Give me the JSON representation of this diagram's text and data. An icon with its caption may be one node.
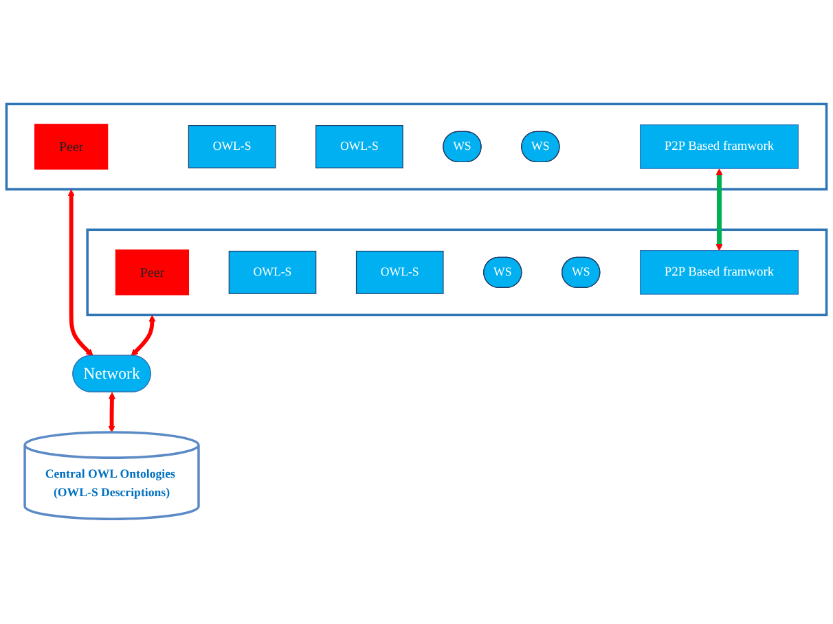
{
  "diagram": {
    "nodes": [
      {
        "text": [],
        "shape": "box"
      },
      {
        "text": [
          "Peer"
        ],
        "in": 0
      },
      {
        "text": [
          "OWL-S"
        ],
        "in": 0
      },
      {
        "text": [
          "OWL-S"
        ],
        "in": 0
      },
      {
        "text": [
          "WS"
        ],
        "in": 0
      },
      {
        "text": [
          "WS"
        ],
        "in": 0
      },
      {
        "text": [
          "P2P Based framwork"
        ],
        "in": 0
      },
      {
        "text": [],
        "shape": "box"
      },
      {
        "text": [
          "Peer"
        ],
        "in": 7
      },
      {
        "text": [
          "OWL-S"
        ],
        "in": 7
      },
      {
        "text": [
          "OWL-S"
        ],
        "in": 7
      },
      {
        "text": [
          "WS"
        ],
        "in": 7
      },
      {
        "text": [
          "WS"
        ],
        "in": 7
      },
      {
        "text": [
          "P2P Based framwork"
        ],
        "in": 7
      },
      {
        "text": [
          "Network"
        ]
      },
      {
        "text": [
          "Central OWL Ontologies (OWL-S Descriptions)"
        ]
      }
    ],
    "edges": [
      {
        "from": 6,
        "to": 13,
        "arrow": "both",
        "color": "#00b050"
      },
      {
        "from": 0,
        "to": 14,
        "arrow": "both"
      },
      {
        "from": 7,
        "to": 14,
        "arrow": "both"
      },
      {
        "from": 14,
        "to": 15,
        "arrow": "both"
      }
    ]
  }
}
